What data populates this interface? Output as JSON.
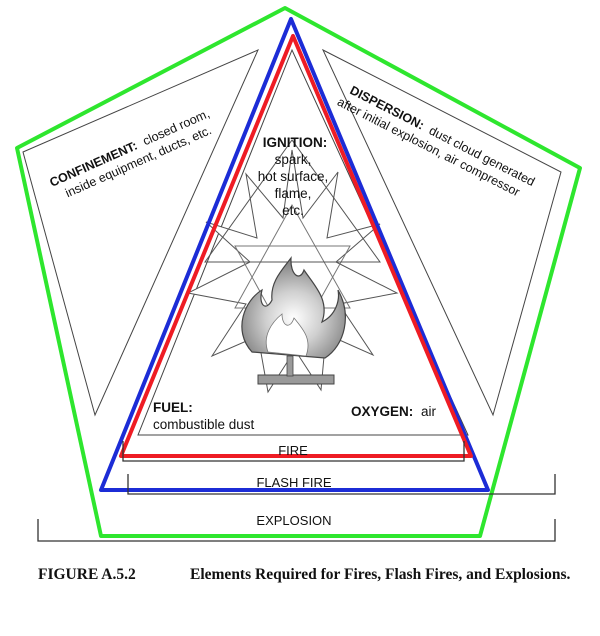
{
  "labels": {
    "confinement_title": "CONFINEMENT:",
    "confinement_line1": "closed room,",
    "confinement_line2": "inside equipment, ducts, etc.",
    "dispersion_title": "DISPERSION:",
    "dispersion_line1": "dust cloud generated",
    "dispersion_line2": "after initial explosion, air compressor",
    "ignition_title": "IGNITION:",
    "ignition_line1": "spark,",
    "ignition_line2": "hot surface,",
    "ignition_line3": "flame,",
    "ignition_line4": "etc.",
    "fuel_title": "FUEL:",
    "fuel_line1": "combustible dust",
    "oxygen_title": "OXYGEN:",
    "oxygen_line1": "air",
    "fire": "FIRE",
    "flash_fire": "FLASH FIRE",
    "explosion": "EXPLOSION"
  },
  "caption": {
    "figure_number": "FIGURE A.5.2",
    "title": "Elements Required for Fires, Flash Fires, and Explosions."
  },
  "colors": {
    "fire_triangle": "#ee1c24",
    "flash_fire_triangle": "#1c2cd6",
    "explosion_pentagon": "#2ee62e",
    "outline": "#333333"
  }
}
